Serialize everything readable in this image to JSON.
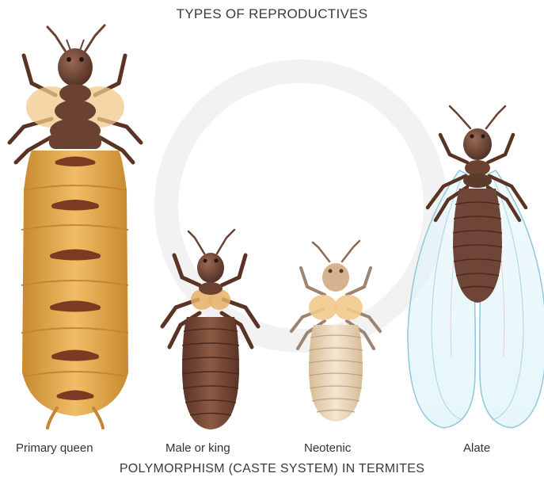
{
  "title": "TYPES OF REPRODUCTIVES",
  "footer": "POLYMORPHISM (CASTE SYSTEM) IN TERMITES",
  "labels": {
    "queen": "Primary queen",
    "king": "Male or king",
    "neotenic": "Neotenic",
    "alate": "Alate"
  },
  "colors": {
    "head": "#6b4232",
    "thorax": "#6b4232",
    "queen_abdomen": "#e3a94c",
    "queen_band": "#7a3b22",
    "king_abdomen": "#7a4a36",
    "neotenic_body": "#e8d3b6",
    "alate_body": "#6e4536",
    "wing_fill": "#d8f0f7",
    "wing_stroke": "#8fc7dc"
  }
}
